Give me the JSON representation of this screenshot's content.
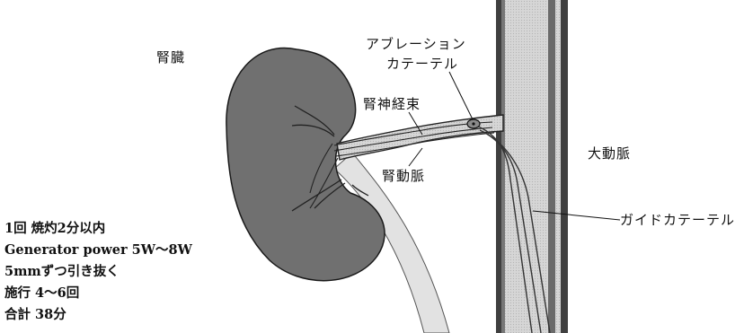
{
  "labels": {
    "kidney": "腎臓",
    "ablation_catheter_line1": "アブレーション",
    "ablation_catheter_line2": "カテーテル",
    "renal_nerve": "腎神経束",
    "aorta": "大動脈",
    "renal_artery": "腎動脈",
    "guide_catheter": "ガイドカテーテル"
  },
  "notes": [
    "1回 焼灼2分以内",
    "Generator power 5W～8W",
    "5mmずつ引き抜く",
    "施行 4～6回",
    "合計 38分"
  ],
  "colors": {
    "kidney_fill": "#6e6e6e",
    "kidney_stroke": "#1a1a1a",
    "aorta_wall": "#474747",
    "aorta_lumen": "#cfcfcf",
    "ureter": "#dcdcdc",
    "text": "#111111"
  }
}
